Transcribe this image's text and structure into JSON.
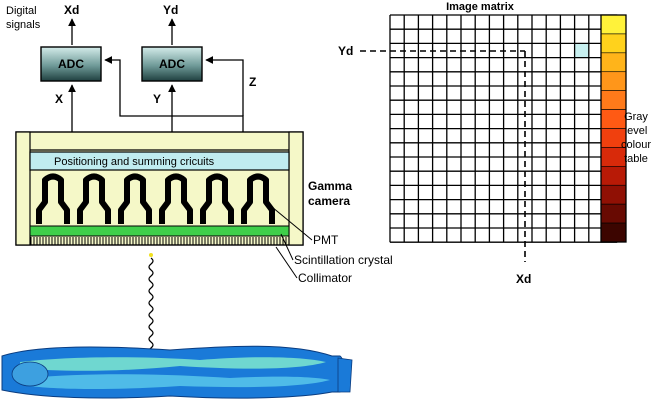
{
  "labels": {
    "digital_signals_line1": "Digital",
    "digital_signals_line2": "signals",
    "xd_top": "Xd",
    "yd_top": "Yd",
    "adc_left": "ADC",
    "adc_right": "ADC",
    "x_signal": "X",
    "y_signal": "Y",
    "z_signal": "Z",
    "positioning": "Positioning and summing cricuits",
    "gamma_line1": "Gamma",
    "gamma_line2": "camera",
    "pmt": "PMT",
    "crystal": "Scintillation crystal",
    "collimator": "Collimator",
    "image_matrix": "Image matrix",
    "yd_matrix": "Yd",
    "xd_matrix": "Xd",
    "colour_table_line1": "Gray",
    "colour_table_line2": "level",
    "colour_table_line3": "colour",
    "colour_table_line4": "table"
  },
  "image_matrix": {
    "rows": 16,
    "cols": 16,
    "highlight_row": 2,
    "highlight_col": 13,
    "highlight_color": "#c8f0f0"
  },
  "colour_table": [
    "#fff23a",
    "#ffd21c",
    "#ffb41a",
    "#ff961a",
    "#ff7a1a",
    "#ff5a14",
    "#f0400e",
    "#d82a0a",
    "#b81a06",
    "#901004",
    "#680a02",
    "#3c0500"
  ],
  "colors": {
    "adc_fill_top": "#d4ecea",
    "adc_fill_bottom": "#1f3f3f",
    "camera_frame": "#f5f8c8",
    "positioning_fill": "#c0ecf0",
    "crystal_fill": "#3fcf4a",
    "patient_dark": "#1a7ad8",
    "patient_light": "#6fd7d0"
  }
}
